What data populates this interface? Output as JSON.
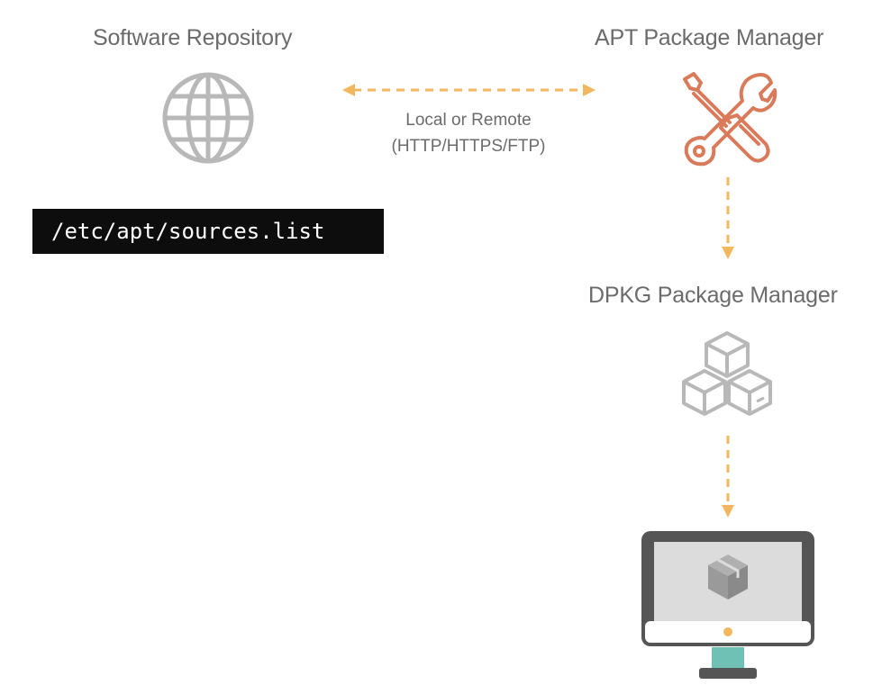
{
  "nodes": {
    "repository": {
      "title": "Software Repository",
      "icon": "globe-icon"
    },
    "apt": {
      "title": "APT  Package Manager",
      "icon": "wrench-screwdriver-icon"
    },
    "dpkg": {
      "title": "DPKG Package Manager",
      "icon": "stacked-boxes-icon"
    },
    "computer": {
      "icon": "desktop-monitor-package-icon"
    }
  },
  "connection": {
    "line1": "Local or  Remote",
    "line2": "(HTTP/HTTPS/FTP)"
  },
  "sources_file": "/etc/apt/sources.list",
  "colors": {
    "arrow": "#f2b75e",
    "tool_icon": "#d97b5a",
    "icon_gray": "#b8b8b8",
    "text_gray": "#6b6b6b",
    "monitor_stand": "#6fc0b5",
    "power_dot": "#f2b75e"
  }
}
